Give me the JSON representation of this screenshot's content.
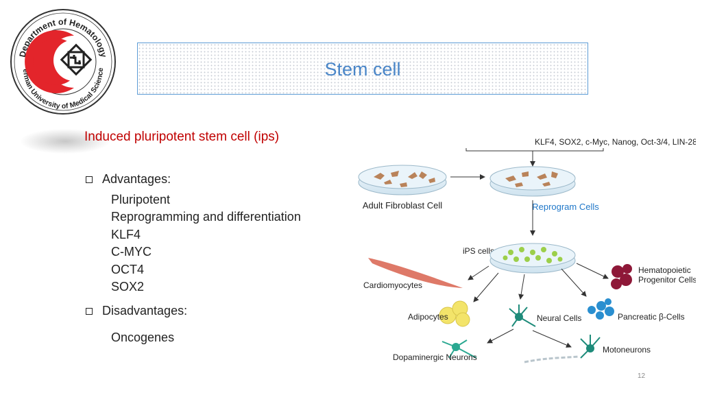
{
  "logo": {
    "text_top": "Department of Hematology",
    "text_bottom": "Kerman University of Medical Sciences"
  },
  "title": "Stem cell",
  "subtitle": "Induced pluripotent stem cell (ips)",
  "advantages": {
    "label": "Advantages:",
    "items": [
      "Pluripotent",
      "Reprogramming and differentiation",
      "KLF4",
      "C-MYC",
      "OCT4",
      "SOX2"
    ]
  },
  "disadvantages": {
    "label": "Disadvantages:",
    "items": [
      "Oncogenes"
    ]
  },
  "diagram": {
    "factors": "KLF4, SOX2, c-Myc, Nanog, Oct-3/4, LIN-28",
    "adult_fibroblast": "Adult Fibroblast Cell",
    "reprogram": "Reprogram Cells",
    "ips": "iPS cells",
    "cardiomyocytes": "Cardiomyocytes",
    "hematopoietic_1": "Hematopoietic",
    "hematopoietic_2": "Progenitor Cells",
    "adipocytes": "Adipocytes",
    "neural": "Neural Cells",
    "pancreatic": "Pancreatic β-Cells",
    "dopaminergic": "Dopaminergic Neurons",
    "motoneurons": "Motoneurons",
    "colors": {
      "blue_label": "#1f77c8",
      "fibroblast": "#b9835a",
      "ips": "#9ccf4a",
      "hematopoietic": "#8e1838",
      "pancreatic": "#2a8fd0",
      "adipocyte": "#f3e46a",
      "neural": "#1e8b7a",
      "cardio": "#d8624e"
    }
  },
  "page_number": "12"
}
